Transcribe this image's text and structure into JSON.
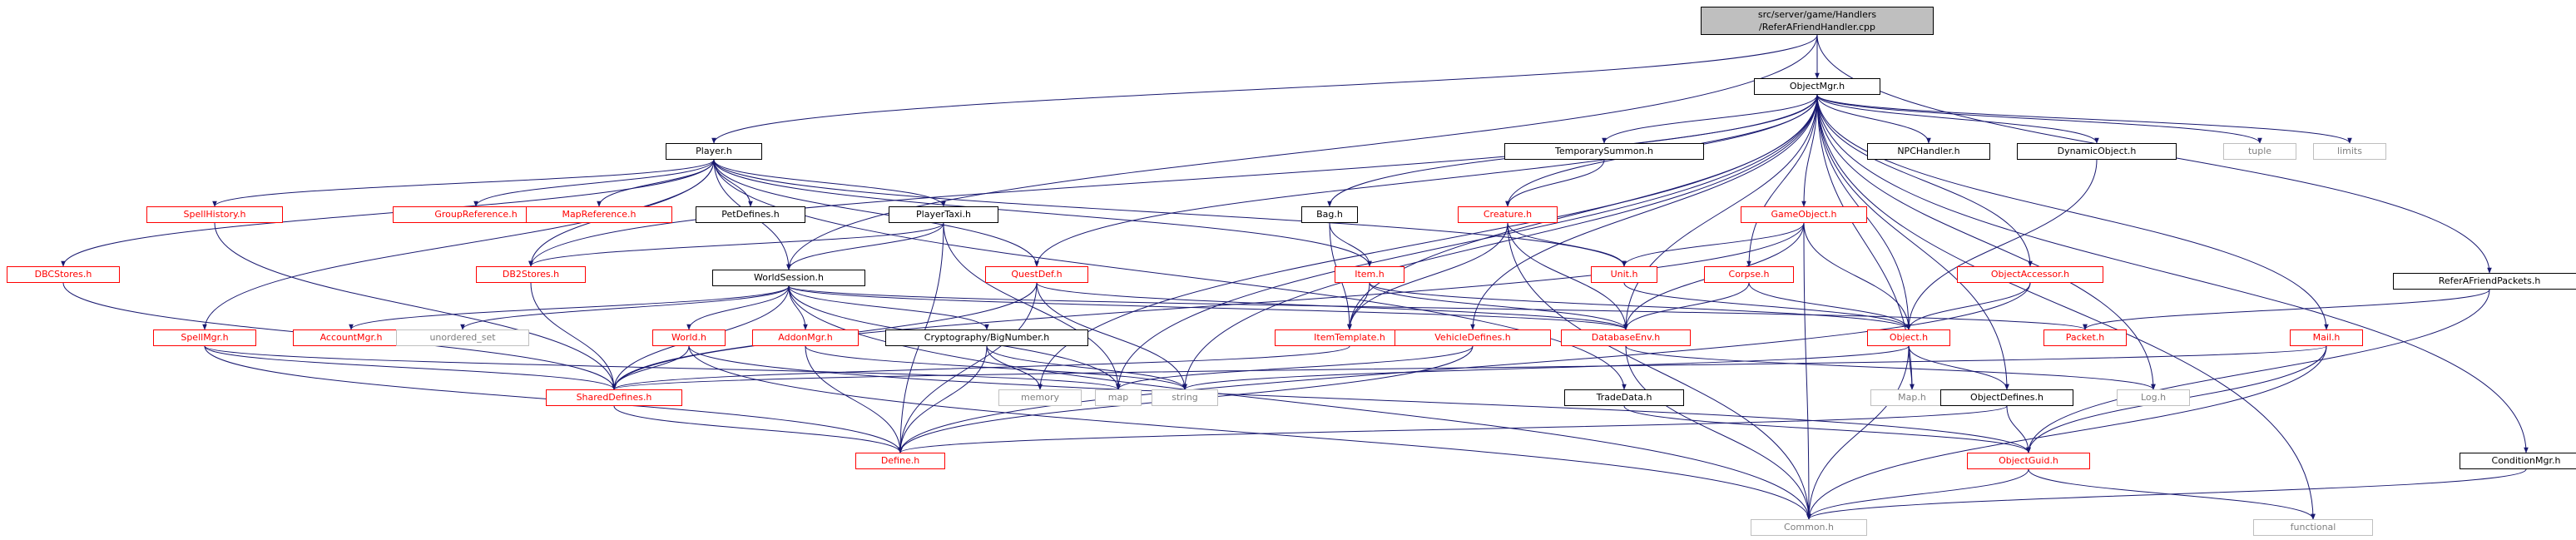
{
  "diagram": {
    "nodes": [
      {
        "id": "root",
        "label": "src/server/game/Handlers\n/ReferAFriendHandler.cpp",
        "style": "root"
      },
      {
        "id": "objectmgr",
        "label": "ObjectMgr.h",
        "style": "normal"
      },
      {
        "id": "player",
        "label": "Player.h",
        "style": "normal"
      },
      {
        "id": "referafriendpackets",
        "label": "ReferAFriendPackets.h",
        "style": "normal"
      },
      {
        "id": "temporarysummon",
        "label": "TemporarySummon.h",
        "style": "normal"
      },
      {
        "id": "npchandler",
        "label": "NPCHandler.h",
        "style": "normal"
      },
      {
        "id": "dynamicobject",
        "label": "DynamicObject.h",
        "style": "normal"
      },
      {
        "id": "tuple",
        "label": "tuple",
        "style": "grey"
      },
      {
        "id": "limits",
        "label": "limits",
        "style": "grey"
      },
      {
        "id": "spellhistory",
        "label": "SpellHistory.h",
        "style": "red"
      },
      {
        "id": "groupreference",
        "label": "GroupReference.h",
        "style": "red"
      },
      {
        "id": "mapreference",
        "label": "MapReference.h",
        "style": "red"
      },
      {
        "id": "petdefines",
        "label": "PetDefines.h",
        "style": "normal"
      },
      {
        "id": "playertaxi",
        "label": "PlayerTaxi.h",
        "style": "normal"
      },
      {
        "id": "bag",
        "label": "Bag.h",
        "style": "normal"
      },
      {
        "id": "creature",
        "label": "Creature.h",
        "style": "red"
      },
      {
        "id": "gameobject",
        "label": "GameObject.h",
        "style": "red"
      },
      {
        "id": "dbcstores",
        "label": "DBCStores.h",
        "style": "red"
      },
      {
        "id": "db2stores",
        "label": "DB2Stores.h",
        "style": "red"
      },
      {
        "id": "questdef",
        "label": "QuestDef.h",
        "style": "red"
      },
      {
        "id": "item",
        "label": "Item.h",
        "style": "red"
      },
      {
        "id": "unit",
        "label": "Unit.h",
        "style": "red"
      },
      {
        "id": "corpse",
        "label": "Corpse.h",
        "style": "red"
      },
      {
        "id": "objectaccessor",
        "label": "ObjectAccessor.h",
        "style": "red"
      },
      {
        "id": "worldsession",
        "label": "WorldSession.h",
        "style": "normal"
      },
      {
        "id": "spellmgr",
        "label": "SpellMgr.h",
        "style": "red"
      },
      {
        "id": "accountmgr",
        "label": "AccountMgr.h",
        "style": "red"
      },
      {
        "id": "unordered_set",
        "label": "unordered_set",
        "style": "grey"
      },
      {
        "id": "world",
        "label": "World.h",
        "style": "red"
      },
      {
        "id": "addonmgr",
        "label": "AddonMgr.h",
        "style": "red"
      },
      {
        "id": "bignumber",
        "label": "Cryptography/BigNumber.h",
        "style": "normal"
      },
      {
        "id": "itemtemplate",
        "label": "ItemTemplate.h",
        "style": "red"
      },
      {
        "id": "vehicledefines",
        "label": "VehicleDefines.h",
        "style": "red"
      },
      {
        "id": "databaseenv",
        "label": "DatabaseEnv.h",
        "style": "red"
      },
      {
        "id": "object",
        "label": "Object.h",
        "style": "red"
      },
      {
        "id": "packet",
        "label": "Packet.h",
        "style": "red"
      },
      {
        "id": "mail",
        "label": "Mail.h",
        "style": "red"
      },
      {
        "id": "shareddefines",
        "label": "SharedDefines.h",
        "style": "red"
      },
      {
        "id": "memory",
        "label": "memory",
        "style": "grey"
      },
      {
        "id": "map_std",
        "label": "map",
        "style": "grey"
      },
      {
        "id": "string",
        "label": "string",
        "style": "grey"
      },
      {
        "id": "tradedata",
        "label": "TradeData.h",
        "style": "normal"
      },
      {
        "id": "map_h",
        "label": "Map.h",
        "style": "grey"
      },
      {
        "id": "objectdefines",
        "label": "ObjectDefines.h",
        "style": "normal"
      },
      {
        "id": "log",
        "label": "Log.h",
        "style": "grey"
      },
      {
        "id": "define",
        "label": "Define.h",
        "style": "red"
      },
      {
        "id": "objectguid",
        "label": "ObjectGuid.h",
        "style": "red"
      },
      {
        "id": "conditionmgr",
        "label": "ConditionMgr.h",
        "style": "normal"
      },
      {
        "id": "common",
        "label": "Common.h",
        "style": "grey"
      },
      {
        "id": "functional",
        "label": "functional",
        "style": "grey"
      }
    ],
    "edges": [
      [
        "root",
        "objectmgr"
      ],
      [
        "root",
        "player"
      ],
      [
        "root",
        "worldsession"
      ],
      [
        "root",
        "referafriendpackets"
      ],
      [
        "objectmgr",
        "temporarysummon"
      ],
      [
        "objectmgr",
        "npchandler"
      ],
      [
        "objectmgr",
        "dynamicobject"
      ],
      [
        "objectmgr",
        "tuple"
      ],
      [
        "objectmgr",
        "limits"
      ],
      [
        "objectmgr",
        "bag"
      ],
      [
        "objectmgr",
        "creature"
      ],
      [
        "objectmgr",
        "gameobject"
      ],
      [
        "objectmgr",
        "questdef"
      ],
      [
        "objectmgr",
        "db2stores"
      ],
      [
        "objectmgr",
        "corpse"
      ],
      [
        "objectmgr",
        "objectaccessor"
      ],
      [
        "objectmgr",
        "mail"
      ],
      [
        "objectmgr",
        "conditionmgr"
      ],
      [
        "objectmgr",
        "log"
      ],
      [
        "objectmgr",
        "databaseenv"
      ],
      [
        "objectmgr",
        "itemtemplate"
      ],
      [
        "objectmgr",
        "vehicledefines"
      ],
      [
        "objectmgr",
        "memory"
      ],
      [
        "objectmgr",
        "map_std"
      ],
      [
        "objectmgr",
        "string"
      ],
      [
        "objectmgr",
        "objectdefines"
      ],
      [
        "objectmgr",
        "object"
      ],
      [
        "objectmgr",
        "map_h"
      ],
      [
        "objectmgr",
        "functional"
      ],
      [
        "player",
        "spellhistory"
      ],
      [
        "player",
        "groupreference"
      ],
      [
        "player",
        "mapreference"
      ],
      [
        "player",
        "petdefines"
      ],
      [
        "player",
        "playertaxi"
      ],
      [
        "player",
        "dbcstores"
      ],
      [
        "player",
        "db2stores"
      ],
      [
        "player",
        "spellmgr"
      ],
      [
        "player",
        "worldsession"
      ],
      [
        "player",
        "questdef"
      ],
      [
        "player",
        "item"
      ],
      [
        "player",
        "unit"
      ],
      [
        "player",
        "tradedata"
      ],
      [
        "playertaxi",
        "worldsession"
      ],
      [
        "playertaxi",
        "db2stores"
      ],
      [
        "playertaxi",
        "define"
      ],
      [
        "playertaxi",
        "map_std"
      ],
      [
        "temporarysummon",
        "creature"
      ],
      [
        "dynamicobject",
        "object"
      ],
      [
        "bag",
        "item"
      ],
      [
        "bag",
        "itemtemplate"
      ],
      [
        "creature",
        "unit"
      ],
      [
        "creature",
        "itemtemplate"
      ],
      [
        "creature",
        "databaseenv"
      ],
      [
        "creature",
        "common"
      ],
      [
        "gameobject",
        "unit"
      ],
      [
        "gameobject",
        "object"
      ],
      [
        "gameobject",
        "databaseenv"
      ],
      [
        "gameobject",
        "shareddefines"
      ],
      [
        "gameobject",
        "common"
      ],
      [
        "dbcstores",
        "shareddefines"
      ],
      [
        "db2stores",
        "shareddefines"
      ],
      [
        "spellhistory",
        "shareddefines"
      ],
      [
        "questdef",
        "shareddefines"
      ],
      [
        "questdef",
        "define"
      ],
      [
        "questdef",
        "databaseenv"
      ],
      [
        "questdef",
        "string"
      ],
      [
        "item",
        "itemtemplate"
      ],
      [
        "item",
        "object"
      ],
      [
        "item",
        "databaseenv"
      ],
      [
        "unit",
        "object"
      ],
      [
        "corpse",
        "object"
      ],
      [
        "corpse",
        "databaseenv"
      ],
      [
        "objectaccessor",
        "object"
      ],
      [
        "objectaccessor",
        "define"
      ],
      [
        "worldsession",
        "accountmgr"
      ],
      [
        "worldsession",
        "unordered_set"
      ],
      [
        "worldsession",
        "world"
      ],
      [
        "worldsession",
        "addonmgr"
      ],
      [
        "worldsession",
        "bignumber"
      ],
      [
        "worldsession",
        "databaseenv"
      ],
      [
        "worldsession",
        "shareddefines"
      ],
      [
        "worldsession",
        "packet"
      ],
      [
        "worldsession",
        "common"
      ],
      [
        "worldsession",
        "map_std"
      ],
      [
        "spellmgr",
        "shareddefines"
      ],
      [
        "spellmgr",
        "define"
      ],
      [
        "spellmgr",
        "map_std"
      ],
      [
        "world",
        "shareddefines"
      ],
      [
        "world",
        "objectguid"
      ],
      [
        "world",
        "common"
      ],
      [
        "addonmgr",
        "define"
      ],
      [
        "addonmgr",
        "string"
      ],
      [
        "bignumber",
        "define"
      ],
      [
        "bignumber",
        "memory"
      ],
      [
        "bignumber",
        "string"
      ],
      [
        "itemtemplate",
        "shareddefines"
      ],
      [
        "vehicledefines",
        "define"
      ],
      [
        "vehicledefines",
        "map_std"
      ],
      [
        "databaseenv",
        "log"
      ],
      [
        "databaseenv",
        "common"
      ],
      [
        "object",
        "map_h"
      ],
      [
        "object",
        "objectdefines"
      ],
      [
        "object",
        "common"
      ],
      [
        "object",
        "string"
      ],
      [
        "mail",
        "objectguid"
      ],
      [
        "mail",
        "common"
      ],
      [
        "mail",
        "shareddefines"
      ],
      [
        "referafriendpackets",
        "packet"
      ],
      [
        "referafriendpackets",
        "objectguid"
      ],
      [
        "objectdefines",
        "objectguid"
      ],
      [
        "objectdefines",
        "define"
      ],
      [
        "tradedata",
        "objectguid"
      ],
      [
        "objectguid",
        "common"
      ],
      [
        "objectguid",
        "functional"
      ],
      [
        "shareddefines",
        "define"
      ],
      [
        "conditionmgr",
        "common"
      ]
    ]
  }
}
